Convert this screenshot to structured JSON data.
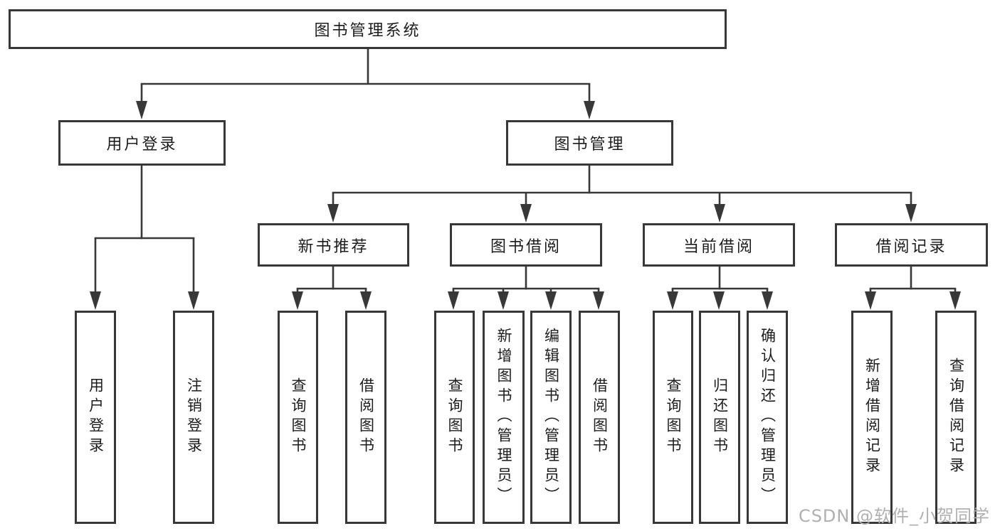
{
  "diagram": {
    "root": {
      "label": "图书管理系统"
    },
    "level2": {
      "user_login": {
        "label": "用户登录"
      },
      "book_management": {
        "label": "图书管理"
      }
    },
    "level3": {
      "new_books": {
        "label": "新书推荐"
      },
      "book_borrow": {
        "label": "图书借阅"
      },
      "current_borrow": {
        "label": "当前借阅"
      },
      "borrow_records": {
        "label": "借阅记录"
      }
    },
    "leaves": {
      "user_login": [
        {
          "label": "用户登录"
        },
        {
          "label": "注销登录"
        }
      ],
      "new_books": [
        {
          "label": "查询图书"
        },
        {
          "label": "借阅图书"
        }
      ],
      "book_borrow": [
        {
          "label": "查询图书"
        },
        {
          "label": "新增图书（管理员）"
        },
        {
          "label": "编辑图书（管理员）"
        },
        {
          "label": "借阅图书"
        }
      ],
      "current_borrow": [
        {
          "label": "查询图书"
        },
        {
          "label": "归还图书"
        },
        {
          "label": "确认归还（管理员）"
        }
      ],
      "borrow_records": [
        {
          "label": "新增借阅记录"
        },
        {
          "label": "查询借阅记录"
        }
      ]
    },
    "colors": {
      "line": "#383838",
      "text": "#1c1c1c",
      "background": "#ffffff",
      "watermark_text": "#b0b0b0"
    },
    "watermark": "CSDN @软件_小贺同学"
  }
}
